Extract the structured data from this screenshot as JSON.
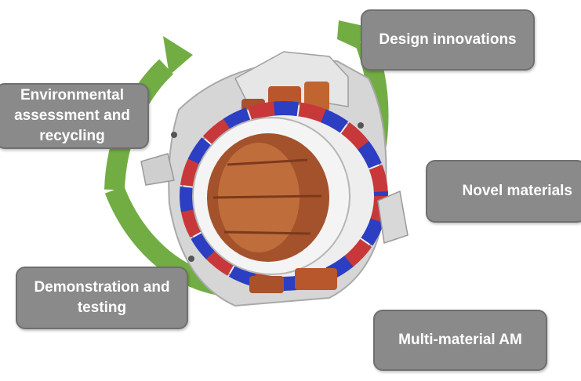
{
  "colors": {
    "cycle_arrow": "#72ad44",
    "box_fill": "#8a8a8a",
    "box_border": "#6f6f6f",
    "box_text": "#ffffff",
    "copper": "#b8572c",
    "magnet_red": "#c8383a",
    "magnet_blue": "#2c3ec2",
    "housing": "#d9d9d9"
  },
  "central_image": "electric-motor-cutaway",
  "stages": {
    "design": "Design innovations",
    "novel": "Novel materials",
    "am": "Multi-material AM",
    "demo": "Demonstration and\ntesting",
    "env": "Environmental\nassessment and\nrecycling"
  }
}
